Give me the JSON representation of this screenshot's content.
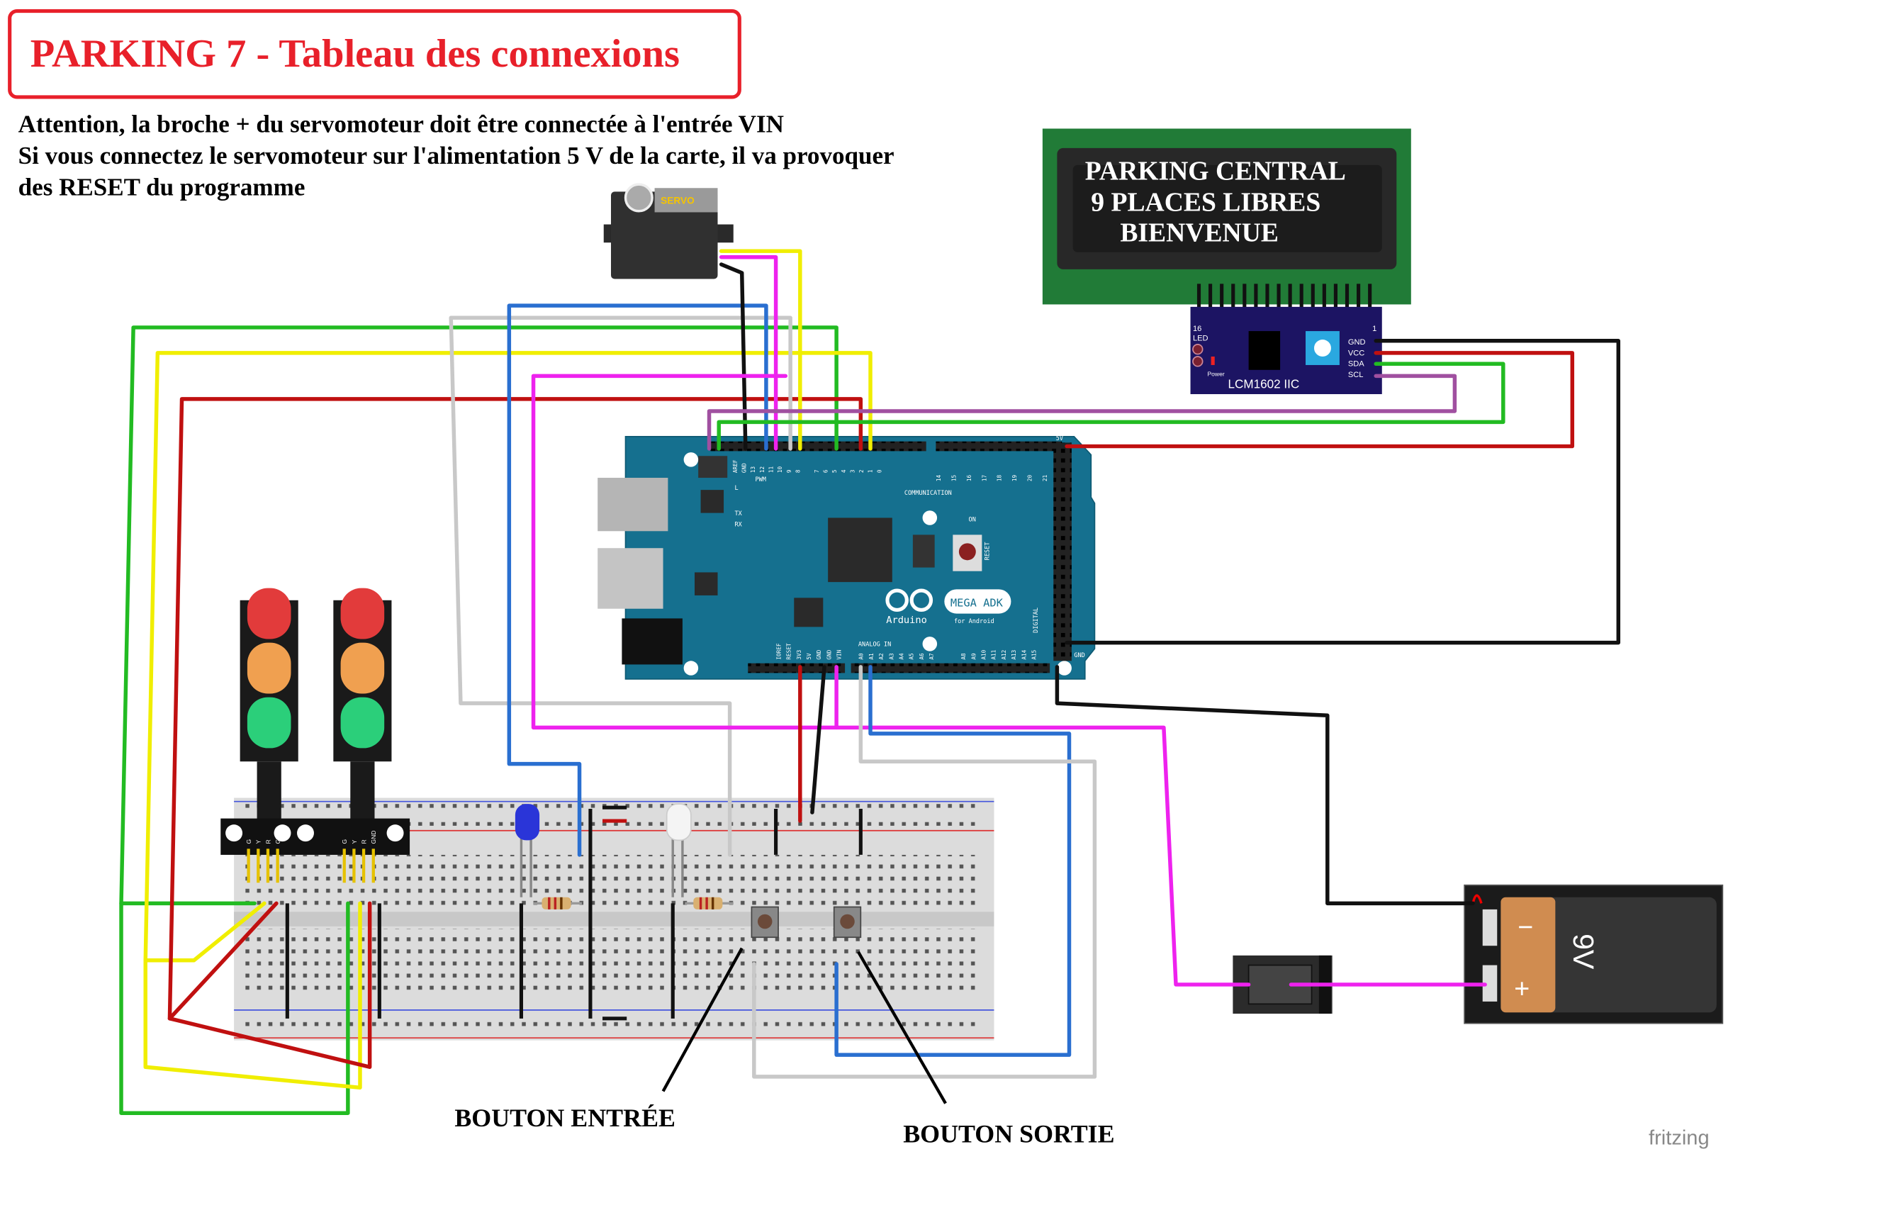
{
  "title": "PARKING 7 - Tableau des connexions",
  "notes": [
    "Attention, la broche + du servomoteur  doit être connectée à l'entrée VIN",
    "Si vous connectez le servomoteur sur l'alimentation 5 V de la carte, il va provoquer",
    "des RESET du programme"
  ],
  "servo": {
    "label": "SERVO"
  },
  "lcd": {
    "lines": [
      "PARKING CENTRAL",
      "9 PLACES LIBRES",
      "BIENVENUE"
    ],
    "module_label": "LCM1602 IIC",
    "pin_16": "16",
    "pin_1": "1",
    "led_label": "LED",
    "power_label": "Power",
    "pins": [
      "GND",
      "VCC",
      "SDA",
      "SCL"
    ]
  },
  "arduino": {
    "logo_text": "Arduino",
    "model": "MEGA ADK",
    "model_sub": "for Android",
    "labels": {
      "pwm": "PWM",
      "communication": "COMMUNICATION",
      "analog_in": "ANALOG IN",
      "digital": "DIGITAL",
      "reset": "RESET",
      "tx": "TX",
      "rx": "RX",
      "l": "L",
      "on": "ON",
      "gnd": "GND",
      "v5": "5V"
    },
    "top_pins": [
      "AREF",
      "GND",
      "13",
      "12",
      "11",
      "10",
      "9",
      "8",
      "7",
      "6",
      "5",
      "4",
      "3",
      "2",
      "1",
      "0",
      "14",
      "15",
      "16",
      "17",
      "18",
      "19",
      "20",
      "21"
    ],
    "power_pins": [
      "IOREF",
      "RESET",
      "3V3",
      "5V",
      "GND",
      "GND",
      "VIN"
    ],
    "analog_pins": [
      "A0",
      "A1",
      "A2",
      "A3",
      "A4",
      "A5",
      "A6",
      "A7",
      "A8",
      "A9",
      "A10",
      "A11",
      "A12",
      "A13",
      "A14",
      "A15"
    ]
  },
  "traffic_light": {
    "pins": [
      "G",
      "Y",
      "R",
      "GND"
    ]
  },
  "buttons": {
    "entry_label": "BOUTON ENTRÉE",
    "exit_label": "BOUTON SORTIE"
  },
  "battery": {
    "label": "9V",
    "minus": "−",
    "plus": "+"
  },
  "watermark": "fritzing",
  "colors": {
    "title": "#e8202a",
    "board": "#15708f",
    "lcd_green": "#217b37",
    "i2c": "#1c1463",
    "breadboard": "#dcdcdc"
  }
}
